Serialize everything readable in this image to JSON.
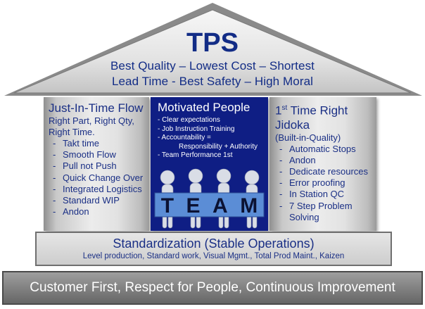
{
  "roof": {
    "title": "TPS",
    "line1": "Best Quality – Lowest Cost – Shortest",
    "line2": "Lead Time - Best Safety – High Moral"
  },
  "left_pillar": {
    "title": "Just-In-Time Flow",
    "desc1": "Right Part, Right Qty,",
    "desc2": "Right Time.",
    "items": [
      "Takt time",
      "Smooth Flow",
      "Pull not Push",
      "Quick Change Over",
      "Integrated Logistics",
      "Standard WIP",
      "Andon"
    ]
  },
  "center": {
    "title": "Motivated People",
    "items": [
      "- Clear expectations",
      "- Job Instruction Training",
      "- Accountability  =",
      "Responsibility + Authority",
      "- Team Performance 1st"
    ],
    "team_letters": [
      "T",
      "E",
      "A",
      "M"
    ]
  },
  "right_pillar": {
    "title_prefix": "1",
    "title_sup": "st",
    "title_rest": " Time Right",
    "title2": "Jidoka",
    "desc": "(Built-in-Quality)",
    "items": [
      "Automatic Stops",
      "Andon",
      "Dedicate resources",
      "Error proofing",
      "In Station QC",
      "7 Step Problem"
    ],
    "item_cont": "Solving"
  },
  "foundation": {
    "title": "Standardization (Stable Operations)",
    "subtitle": "Level production, Standard work, Visual Mgmt., Total Prod Maint., Kaizen"
  },
  "ground": {
    "text": "Customer First, Respect for People, Continuous Improvement"
  },
  "colors": {
    "navy_text": "#122c86",
    "center_bg": "#0f1e84",
    "team_panel": "#5b8dd6"
  }
}
